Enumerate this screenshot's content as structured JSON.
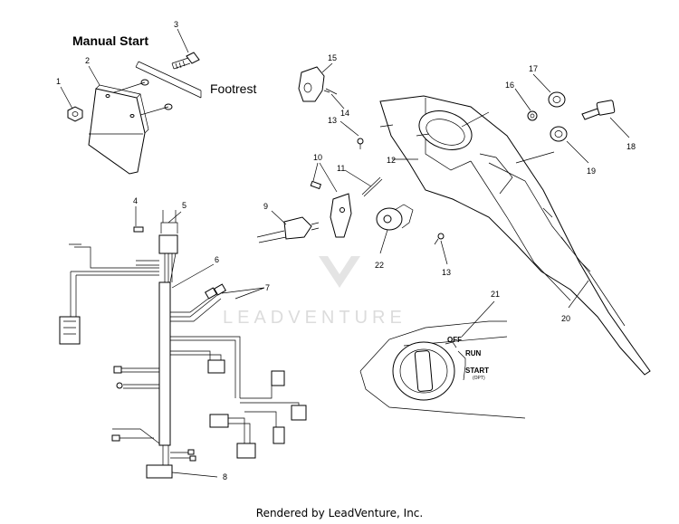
{
  "diagram": {
    "title": "Manual Start",
    "footrest_label": "Footrest",
    "callouts": [
      "1",
      "2",
      "3",
      "4",
      "5",
      "6",
      "7",
      "8",
      "9",
      "10",
      "11",
      "12",
      "13",
      "13",
      "14",
      "15",
      "16",
      "17",
      "18",
      "19",
      "20",
      "21",
      "22"
    ],
    "switch_labels": {
      "off": "OFF",
      "run": "RUN",
      "start": "START",
      "opt": "(OPT)"
    },
    "watermark": "LEADVENTURE"
  },
  "footer": {
    "text": "Rendered by LeadVenture, Inc."
  }
}
